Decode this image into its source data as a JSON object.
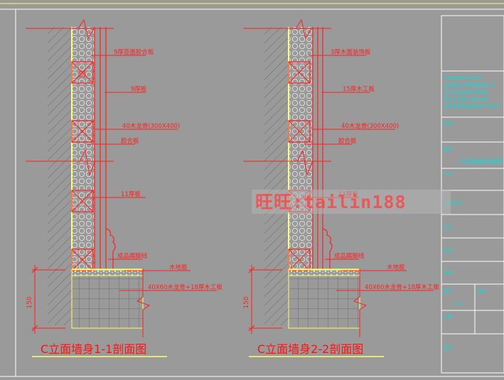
{
  "drawing_1": {
    "title": "C立面墙身1-1剖面图",
    "labels": [
      "9厚亚面胶合板",
      "9厚板",
      "40木龙骨(300X400)",
      "胶合板",
      "11厚板",
      "成品踢脚线",
      "木地板",
      "40X60木龙骨+18厚木工板"
    ],
    "dimension": "150"
  },
  "drawing_2": {
    "title": "C立面墙身2-2剖面图",
    "labels": [
      "3厚木面装饰板",
      "15厚木工板",
      "40木龙骨(300X400)",
      "胶合板",
      "11厚板",
      "成品踢脚线",
      "木地板",
      "40X60木龙骨+18厚木工板"
    ],
    "dimension": "150"
  },
  "watermark": "旺旺:tailin188",
  "title_block": {
    "note_lines": [
      "说明本图为施工图之",
      "组成部分,不得擅自更改,如",
      "有设计修改意见,须经本",
      "院设计负责人同意,并由",
      "本院签发更改通知单方可执行"
    ],
    "row_labels": [
      "项目:",
      "图名:",
      "专业:",
      "项目负责:",
      "设计:",
      "校对:",
      "审核:",
      "图号",
      "比例",
      "日期",
      "图号:"
    ],
    "row_values": [
      "",
      "C立面墙身剖面图",
      "",
      "",
      "",
      "",
      "",
      "",
      "1:2",
      "",
      ""
    ]
  },
  "colors": {
    "background": "#9a9a9a",
    "lines": "#ff2020",
    "text": "#00e0e0",
    "wall": "#ffff66"
  }
}
